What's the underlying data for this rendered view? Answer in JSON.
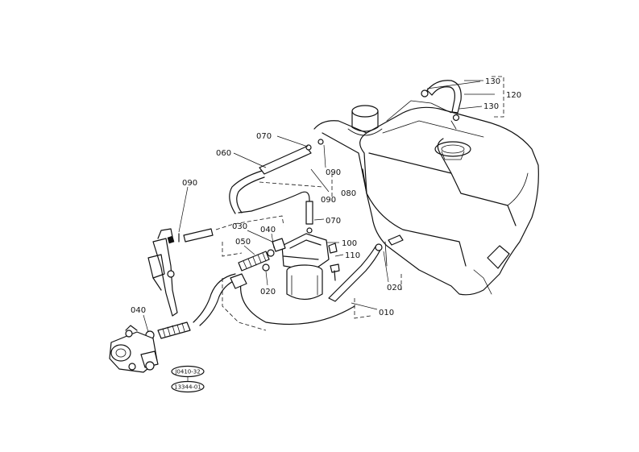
{
  "callouts": {
    "p010": "010",
    "p020a": "020",
    "p020b": "020",
    "p030": "030",
    "p040a": "040",
    "p040b": "040",
    "p050": "050",
    "p060": "060",
    "p070a": "070",
    "p070b": "070",
    "p080": "080",
    "p090a": "090",
    "p090b": "090",
    "p090c": "090",
    "p100": "100",
    "p110": "110",
    "p120": "120",
    "p130a": "130",
    "p130b": "130"
  },
  "stamps": {
    "stamp1": "J0410-32",
    "stamp2": "13344-01"
  }
}
